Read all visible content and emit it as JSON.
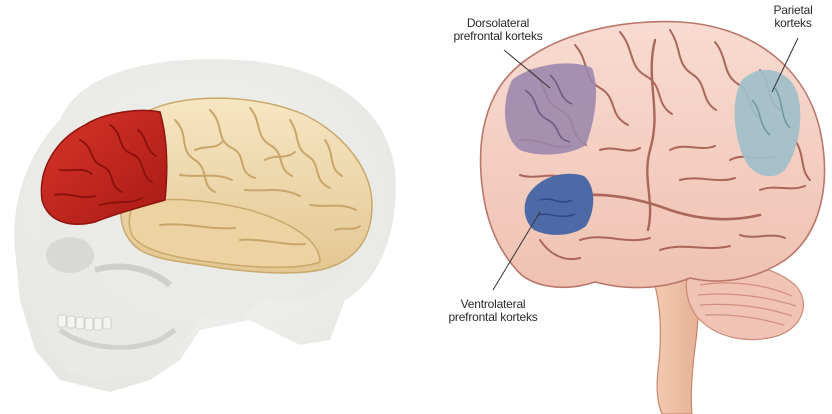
{
  "labels": {
    "dlpfc": {
      "line1": "Dorsolateral",
      "line2": "prefrontal korteks"
    },
    "parietal": {
      "line1": "Parietal",
      "line2": "korteks"
    },
    "vlpfc": {
      "line1": "Ventrolateral",
      "line2": "prefrontal korteks"
    }
  },
  "colors": {
    "prefrontal_highlight": "#c42a20",
    "brain_cream": "#efd9ad",
    "brain_pink": "#f4cfc2",
    "dlpfc_region": "#9a86ad",
    "vlpfc_region": "#4e6aa6",
    "parietal_region": "#9fbfcb"
  }
}
